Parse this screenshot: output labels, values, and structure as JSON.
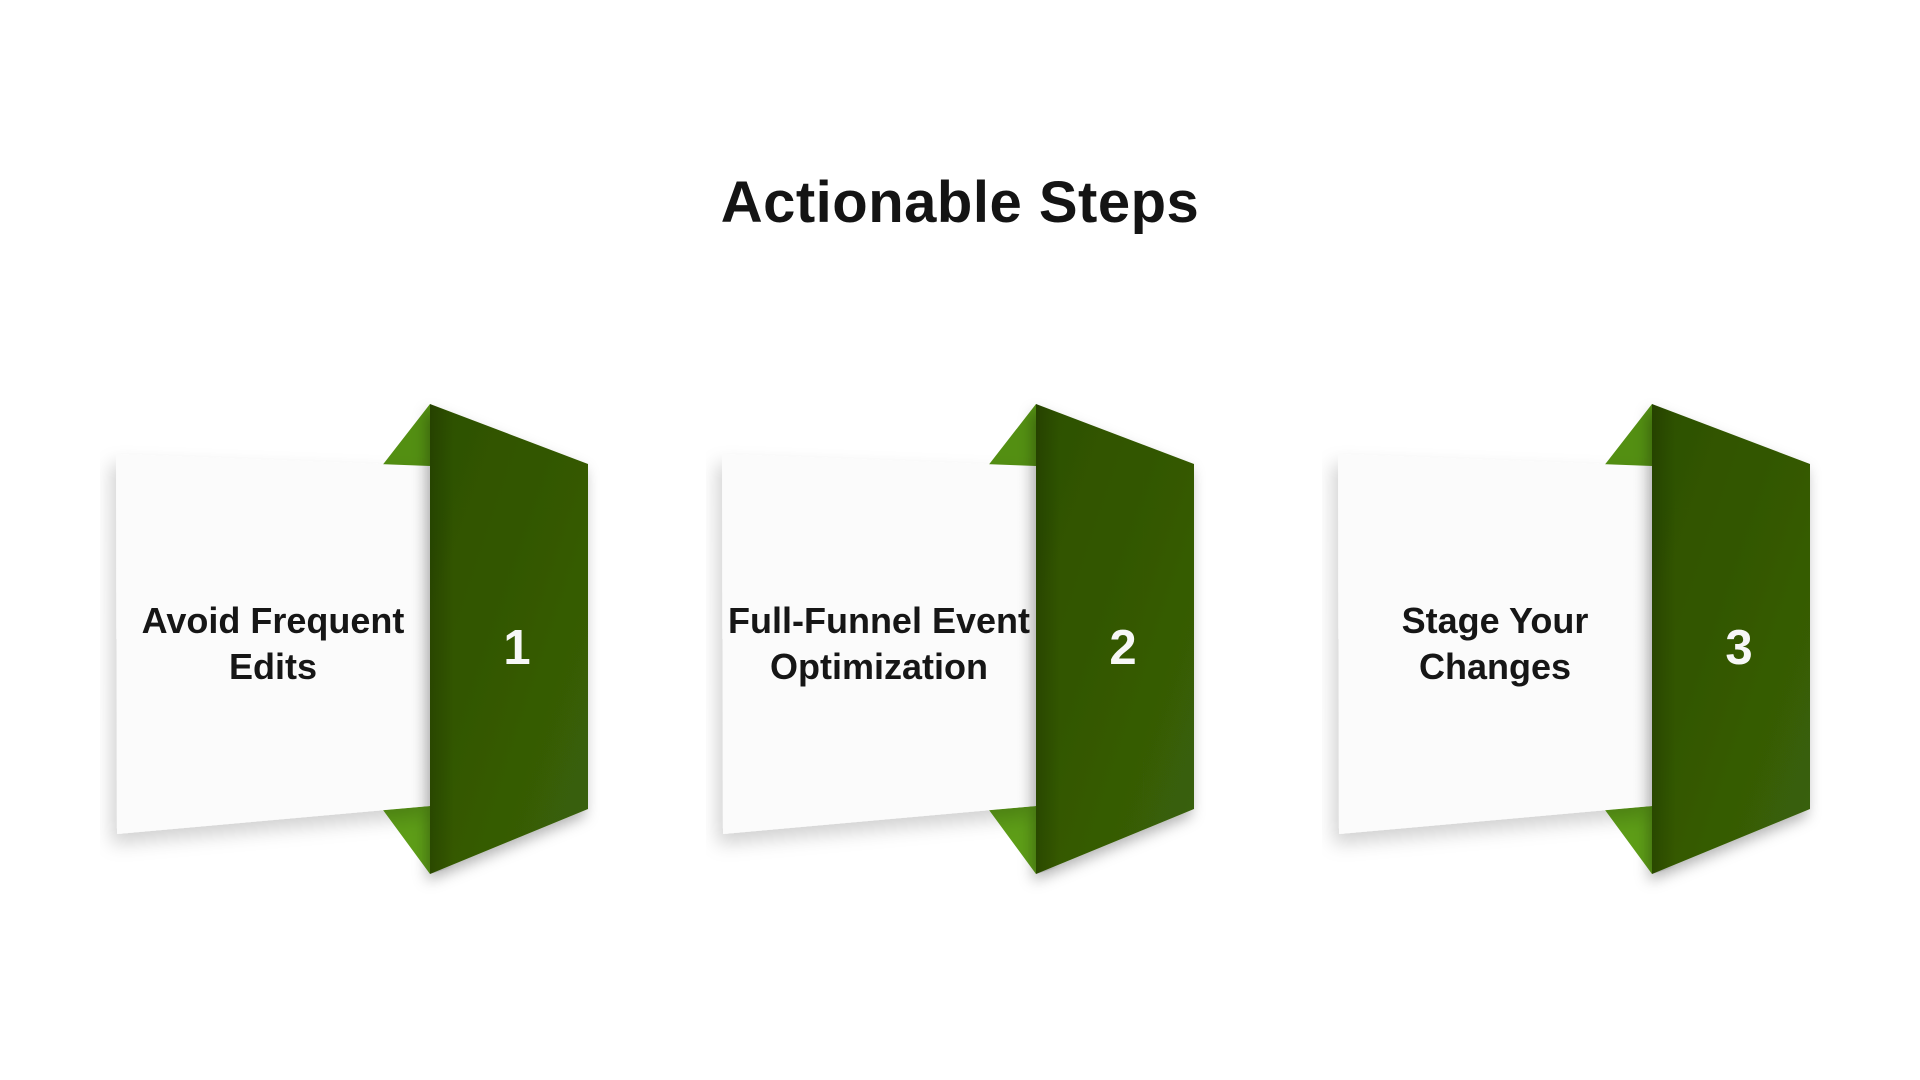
{
  "header": {
    "title": "Actionable Steps"
  },
  "steps": [
    {
      "number": "1",
      "title_lines": [
        "Avoid Frequent",
        "Edits"
      ]
    },
    {
      "number": "2",
      "title_lines": [
        "Full-Funnel Event",
        "Optimization"
      ]
    },
    {
      "number": "3",
      "title_lines": [
        "Stage Your",
        "Changes"
      ]
    }
  ],
  "colors": {
    "background": "#ffffff",
    "title_text": "#141414",
    "card_background": "#fbfbfb",
    "card_text": "#161616",
    "ribbon_front": "#2d5001",
    "ribbon_front_light": "#3a6108",
    "ribbon_fold_top": "#538f12",
    "ribbon_fold_bottom": "#5d9d17",
    "number_text": "#f7f7f7"
  }
}
